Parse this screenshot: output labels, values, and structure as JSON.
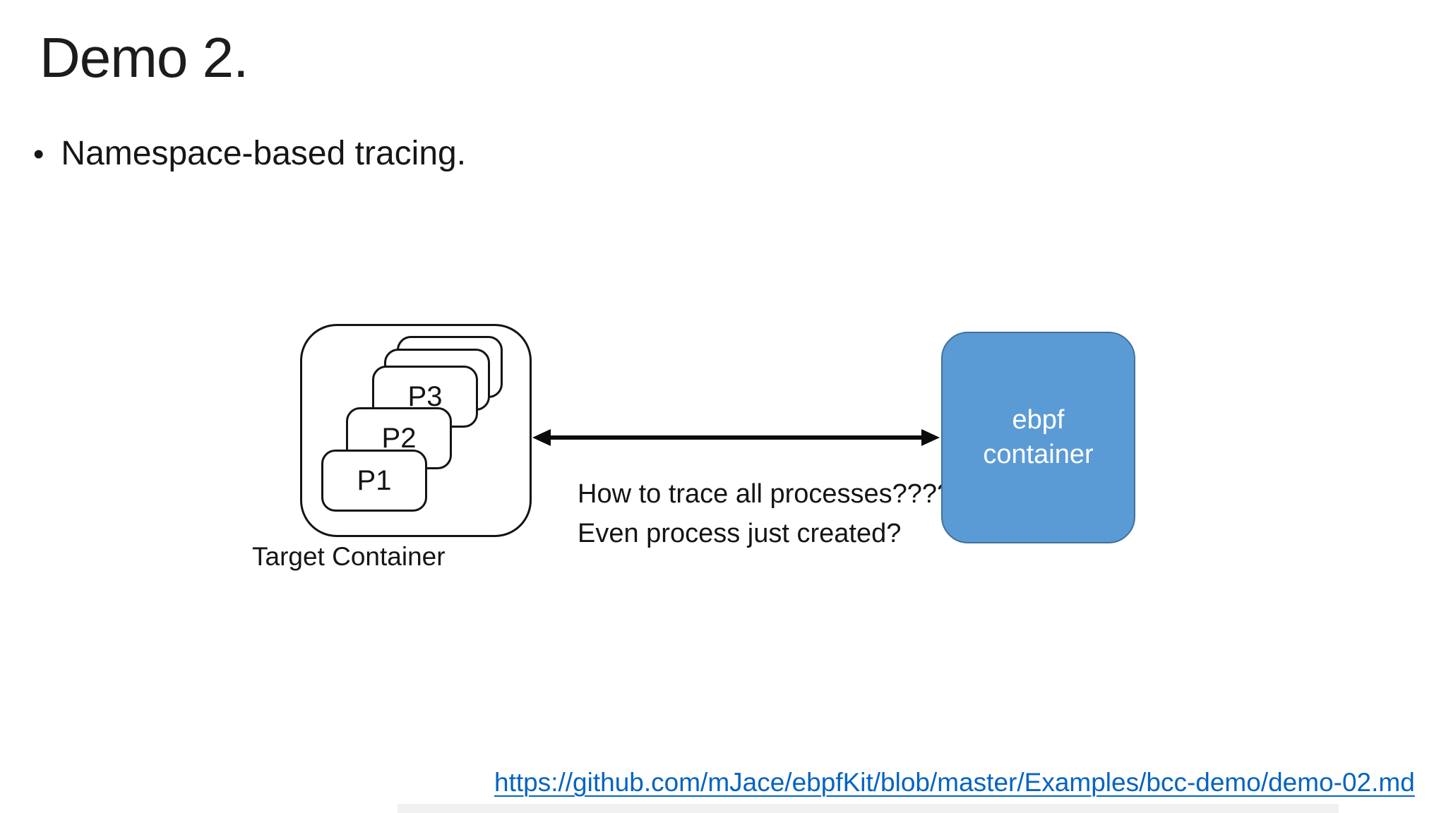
{
  "slide": {
    "title": "Demo 2.",
    "bullet_marker": "•",
    "bullet_text": "Namespace-based tracing."
  },
  "diagram": {
    "target_container": {
      "label": "Target Container",
      "processes": [
        {
          "label": ""
        },
        {
          "label": ""
        },
        {
          "label": "P3"
        },
        {
          "label": "P2"
        },
        {
          "label": "P1"
        }
      ]
    },
    "arrow": {
      "type": "double-headed-horizontal",
      "color": "#0c0c0c"
    },
    "question_lines": [
      "How to trace all processes?????",
      "Even process just created?"
    ],
    "ebpf_box": {
      "label_lines": [
        "ebpf",
        "container"
      ],
      "fill_color": "#5b9bd5",
      "border_color": "#41719c",
      "text_color": "#ffffff"
    }
  },
  "footer": {
    "link_text": "https://github.com/mJace/ebpfKit/blob/master/Examples/bcc-demo/demo-02.md",
    "link_color": "#0563c1"
  }
}
